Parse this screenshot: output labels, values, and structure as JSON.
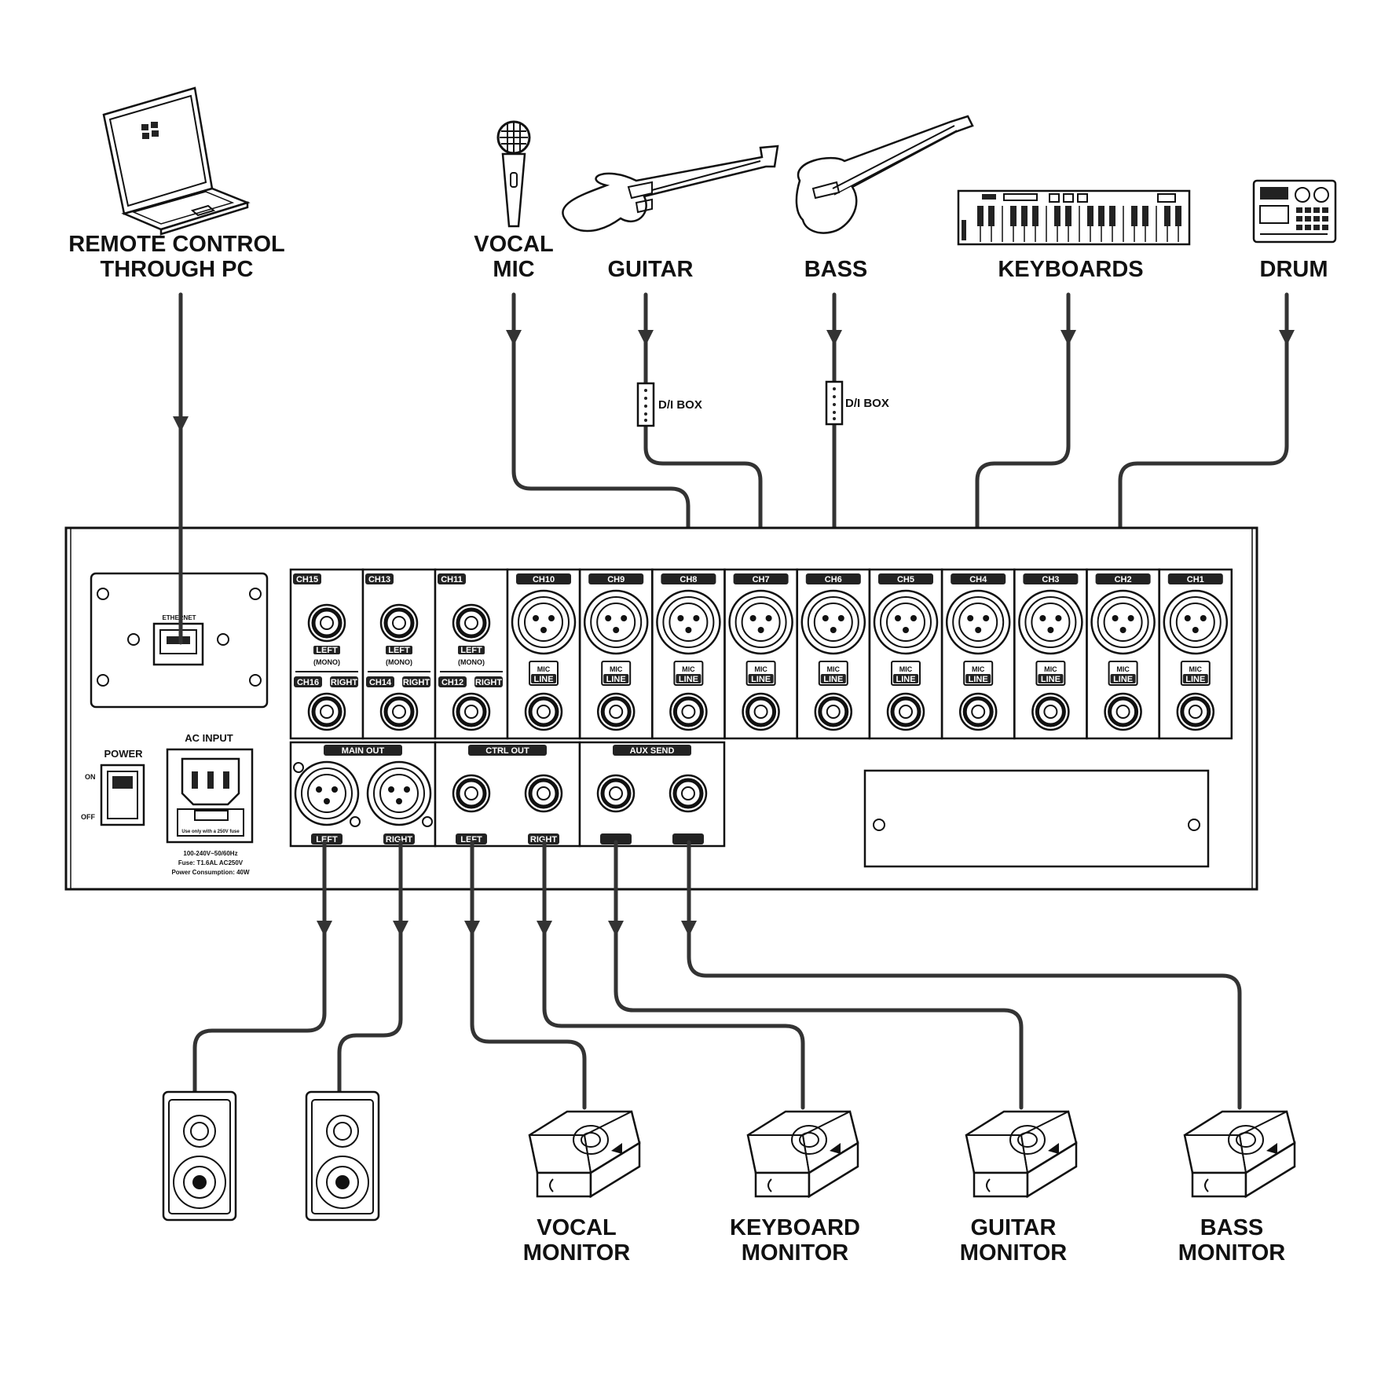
{
  "sources": {
    "pc": [
      "REMOTE CONTROL",
      "THROUGH PC"
    ],
    "vocal_mic": [
      "VOCAL",
      "MIC"
    ],
    "guitar": "GUITAR",
    "bass": "BASS",
    "keyboards": "KEYBOARDS",
    "drum": "DRUM"
  },
  "di_box_label": "D/I BOX",
  "panel": {
    "ethernet_label": "ETHERNET",
    "power": {
      "title": "POWER",
      "on": "ON",
      "off": "OFF"
    },
    "ac_input": {
      "title": "AC INPUT",
      "fuse_note": "Use only with a 250V fuse",
      "specs": [
        "100-240V~50/60Hz",
        "Fuse: T1.6AL AC250V",
        "Power Consumption: 40W"
      ]
    },
    "stereo_channels": [
      {
        "top": "CH15",
        "bottom": "CH16"
      },
      {
        "top": "CH13",
        "bottom": "CH14"
      },
      {
        "top": "CH11",
        "bottom": "CH12"
      }
    ],
    "left_tag": "LEFT",
    "mono_tag": "(MONO)",
    "right_tag": "RIGHT",
    "mono_channels": [
      "CH10",
      "CH9",
      "CH8",
      "CH7",
      "CH6",
      "CH5",
      "CH4",
      "CH3",
      "CH2",
      "CH1"
    ],
    "mic_tag": "MIC",
    "line_tag": "LINE",
    "outputs": [
      {
        "title": "MAIN OUT",
        "jacks": [
          "LEFT",
          "RIGHT"
        ]
      },
      {
        "title": "CTRL OUT",
        "jacks": [
          "LEFT",
          "RIGHT"
        ]
      },
      {
        "title": "AUX SEND",
        "jacks": [
          "",
          ""
        ]
      }
    ]
  },
  "monitors": [
    [
      "VOCAL",
      "MONITOR"
    ],
    [
      "KEYBOARD",
      "MONITOR"
    ],
    [
      "GUITAR",
      "MONITOR"
    ],
    [
      "BASS",
      "MONITOR"
    ]
  ]
}
